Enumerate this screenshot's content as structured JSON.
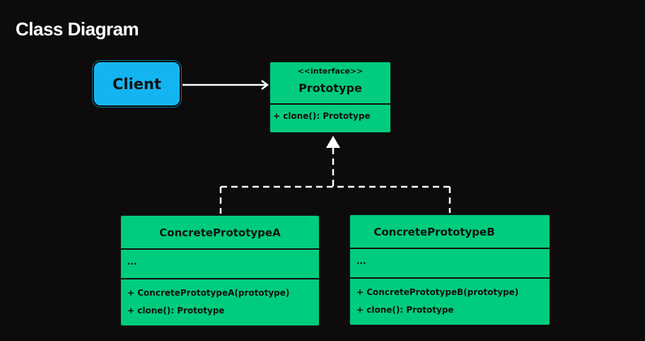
{
  "title": "Class Diagram",
  "client": {
    "label": "Client",
    "color": "#14b4f2"
  },
  "prototype": {
    "stereotype": "<<interface>>",
    "name": "Prototype",
    "methods": [
      "+ clone(): Prototype"
    ],
    "color": "#00cc7e"
  },
  "concrete_a": {
    "name": "ConcretePrototypeA",
    "attributes": [
      "..."
    ],
    "methods": [
      "+ ConcretePrototypeA(prototype)",
      "+ clone(): Prototype"
    ]
  },
  "concrete_b": {
    "name": "ConcretePrototypeB",
    "attributes": [
      "..."
    ],
    "methods": [
      "+ ConcretePrototypeB(prototype)",
      "+ clone(): Prototype"
    ]
  },
  "relations": [
    {
      "from": "Client",
      "to": "Prototype",
      "type": "association"
    },
    {
      "from": "ConcretePrototypeA",
      "to": "Prototype",
      "type": "realization"
    },
    {
      "from": "ConcretePrototypeB",
      "to": "Prototype",
      "type": "realization"
    }
  ],
  "colors": {
    "background": "#0d0b0b",
    "class_fill": "#00cc7e",
    "client_fill": "#14b4f2",
    "connector": "#ffffff"
  }
}
